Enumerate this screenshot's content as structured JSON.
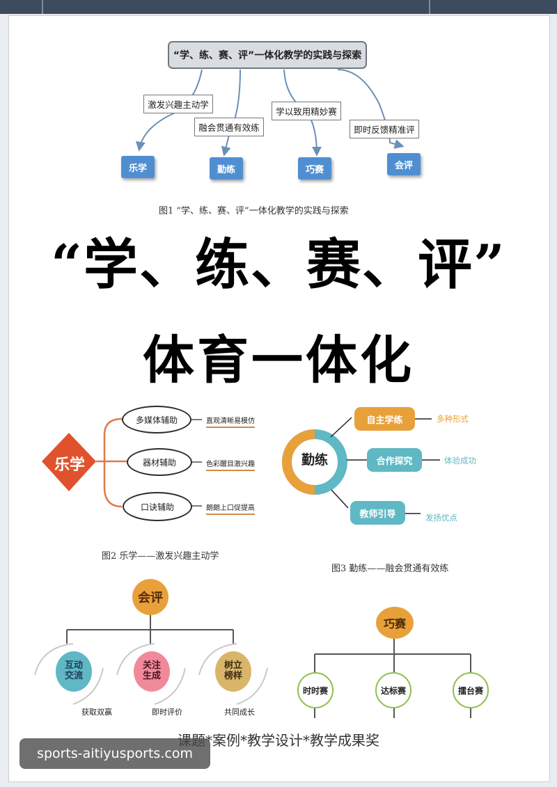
{
  "fig1": {
    "title": "“学、练、赛、评”一体化教学的实践与探索",
    "labels": [
      "激发兴趣主动学",
      "融会贯通有效练",
      "学以致用精妙赛",
      "即时反馈精准评"
    ],
    "nodes": [
      "乐学",
      "勤练",
      "巧赛",
      "会评"
    ],
    "caption": "图1 “学、练、赛、评”一体化教学的实践与探索"
  },
  "headline": {
    "line1": "“学、练、赛、评”",
    "line2": "体育一体化"
  },
  "fig2": {
    "center": "乐学",
    "branches": [
      {
        "label": "多媒体辅助",
        "note": "直观清晰易模仿"
      },
      {
        "label": "器材辅助",
        "note": "色彩醒目激兴趣"
      },
      {
        "label": "口诀辅助",
        "note": "朗朗上口促提高"
      }
    ],
    "caption": "图2 乐学——激发兴趣主动学"
  },
  "fig3": {
    "center": "勤练",
    "branches": [
      {
        "label": "自主学练",
        "note": "多种形式"
      },
      {
        "label": "合作探究",
        "note": "体验成功"
      },
      {
        "label": "教师引导",
        "note": "发扬优点"
      }
    ],
    "caption": "图3 勤练——融会贯通有效练"
  },
  "fig4": {
    "root": "会评",
    "children": [
      {
        "line1": "互动",
        "line2": "交流",
        "note": "获取双赢"
      },
      {
        "line1": "关注",
        "line2": "生成",
        "note": "即时评价"
      },
      {
        "line1": "树立",
        "line2": "榜样",
        "note": "共同成长"
      }
    ]
  },
  "fig5": {
    "root": "巧赛",
    "children": [
      "时时赛",
      "达标赛",
      "擂台赛"
    ]
  },
  "footer": "课题*案例*教学设计*教学成果奖",
  "watermark": "sports-aitiyusports.com",
  "colors": {
    "blue": "#4f8fd1",
    "orange": "#e8a13a",
    "teal": "#5fb8c4",
    "diamond_red": "#e0522e"
  }
}
